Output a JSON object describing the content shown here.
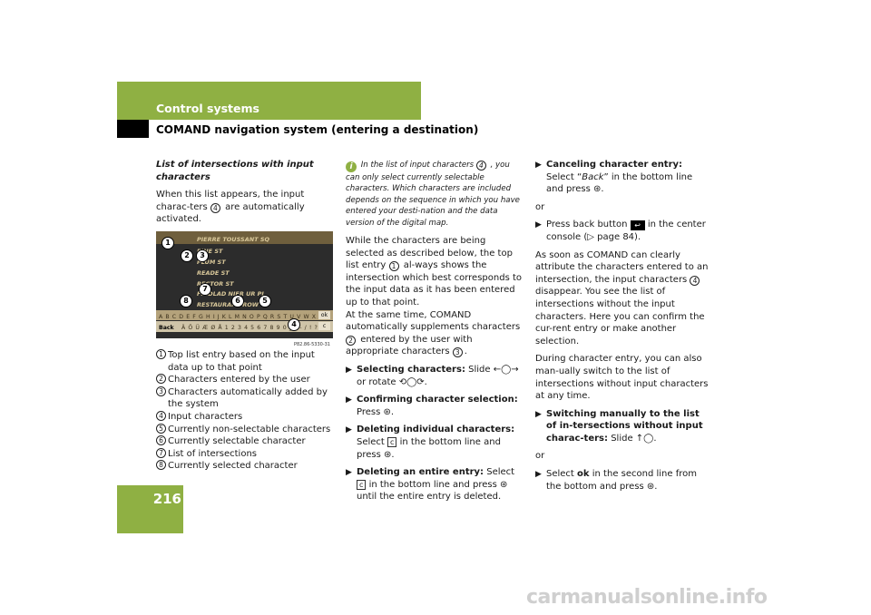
{
  "header": {
    "section": "Control systems",
    "subsection": "COMAND navigation system (entering a destination)",
    "page_number": "216"
  },
  "colors": {
    "accent": "#8fb043",
    "text": "#1a1a1a"
  },
  "col1": {
    "heading": "List of intersections with input characters",
    "intro_a": "When this list appears, the input charac-ters",
    "intro_b": "are automatically activated.",
    "screen": {
      "entries": [
        "PIERRE TOUSSANT SQ",
        "PINE ST",
        "PLUM ST",
        "READE ST",
        "RECTOR ST",
        "FINDLAD NIER UR PL",
        "RESTAURANT ROW"
      ],
      "letters_row": "A B C D E F G H I J K L M N O P Q R S T U V W X Y Z _",
      "chars_row": "Ä Ö Ü Æ Ø Å 1 2 3 4 5 6 7 8 9 0 _ , - / ! ?",
      "back": "Back",
      "ok": "ok",
      "c": "c",
      "ref": "P82.86-5330-31"
    },
    "legend": [
      {
        "n": "1",
        "text": "Top list entry based on the input data up to that point"
      },
      {
        "n": "2",
        "text": "Characters entered by the user"
      },
      {
        "n": "3",
        "text": "Characters automatically added by the system"
      },
      {
        "n": "4",
        "text": "Input characters"
      },
      {
        "n": "5",
        "text": "Currently non-selectable characters"
      },
      {
        "n": "6",
        "text": "Currently selectable character"
      },
      {
        "n": "7",
        "text": "List of intersections"
      },
      {
        "n": "8",
        "text": "Currently selected character"
      }
    ]
  },
  "col2": {
    "note_a": "In the list of input characters",
    "note_b": ", you can only select currently selectable characters. Which characters are included depends on the sequence in which you have entered your desti-nation and the data version of the digital map.",
    "para_a": "While the characters are being selected as described below, the top list entry",
    "para_b": "al-ways shows the intersection which best corresponds to the input data as it has been entered up to that point.",
    "para_c": "At the same time, COMAND automatically supplements characters",
    "para_d": "entered by the user with appropriate characters",
    "bullets": [
      {
        "label": "Selecting characters:",
        "text": "Slide ←◯→ or rotate ⟲◯⟳."
      },
      {
        "label": "Confirming character selection:",
        "text": "Press ⊛."
      },
      {
        "label": "Deleting individual characters:",
        "text_a": "Select",
        "key": "c",
        "text_b": "in the bottom line and press ⊛."
      },
      {
        "label": "Deleting an entire entry:",
        "text_a": "Select",
        "key": "c",
        "text_b": "in the bottom line and press ⊛ until the entire entry is deleted."
      }
    ]
  },
  "col3": {
    "bullet1_label": "Canceling character entry:",
    "bullet1_a": "Select “",
    "bullet1_back": "Back",
    "bullet1_b": "” in the bottom line and press ⊛.",
    "or1": "or",
    "bullet2_a": "Press back button",
    "bullet2_b": "in the center console (▷ page 84).",
    "para1_a": "As soon as COMAND can clearly attribute the characters entered to an intersection, the input characters",
    "para1_b": "disappear. You see the list of intersections without the input characters. Here you can confirm the cur-rent entry or make another selection.",
    "para2": "During character entry, you can also man-ually switch to the list of intersections without input characters at any time.",
    "bullet3_label": "Switching manually to the list of in-tersections without input charac-ters:",
    "bullet3_text": "Slide ↑◯.",
    "or2": "or",
    "bullet4_a": "Select",
    "bullet4_key": "ok",
    "bullet4_b": "in the second line from the bottom and press ⊛."
  },
  "watermark": "carmanualsonline.info"
}
